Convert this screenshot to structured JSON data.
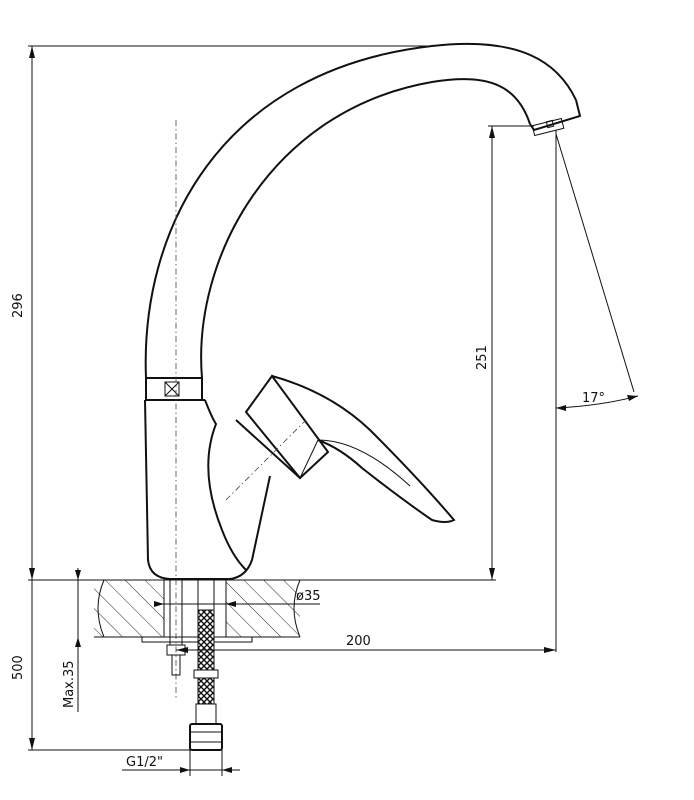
{
  "dimensions": {
    "total_height": "296",
    "spout_height": "251",
    "spout_angle": "17°",
    "hole_diameter": "ø35",
    "spout_reach": "200",
    "hose_length": "500",
    "max_deck_thickness": "Max.35",
    "connection_thread": "G1/2\""
  },
  "icons": [
    "faucet-drawing"
  ]
}
